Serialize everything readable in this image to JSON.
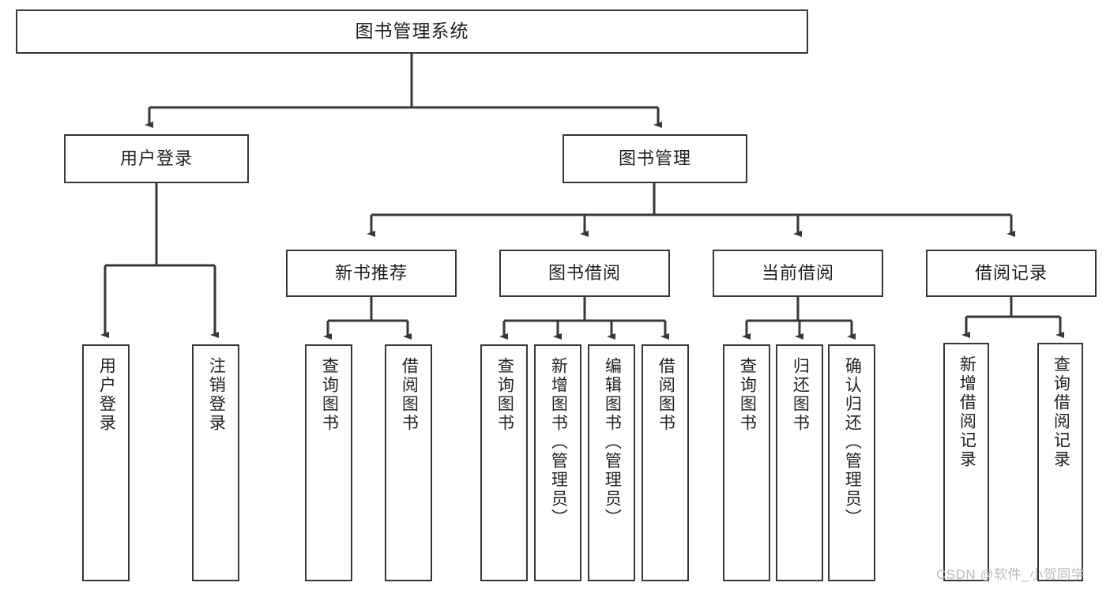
{
  "diagram": {
    "type": "hierarchy-tree",
    "title": "图书管理系统",
    "watermark": "CSDN @软件_小贺同学",
    "colors": {
      "box_border": "#33383c",
      "box_fill": "#ffffff",
      "edge": "#33383c",
      "text": "#1d2023",
      "watermark": "#b9bbbd"
    },
    "nodes": {
      "root": {
        "label": "图书管理系统"
      },
      "level2": [
        {
          "label": "用户登录"
        },
        {
          "label": "图书管理"
        }
      ],
      "level3": [
        {
          "label": "新书推荐"
        },
        {
          "label": "图书借阅"
        },
        {
          "label": "当前借阅"
        },
        {
          "label": "借阅记录"
        }
      ],
      "leaves_user_login": [
        {
          "label": "用户登录"
        },
        {
          "label": "注销登录"
        }
      ],
      "leaves_new_book": [
        {
          "label": "查询图书"
        },
        {
          "label": "借阅图书"
        }
      ],
      "leaves_borrow": [
        {
          "label": "查询图书"
        },
        {
          "label": "新增图书（管理员）"
        },
        {
          "label": "编辑图书（管理员）"
        },
        {
          "label": "借阅图书"
        }
      ],
      "leaves_current": [
        {
          "label": "查询图书"
        },
        {
          "label": "归还图书"
        },
        {
          "label": "确认归还（管理员）"
        }
      ],
      "leaves_record": [
        {
          "label": "新增借阅记录"
        },
        {
          "label": "查询借阅记录"
        }
      ]
    }
  }
}
